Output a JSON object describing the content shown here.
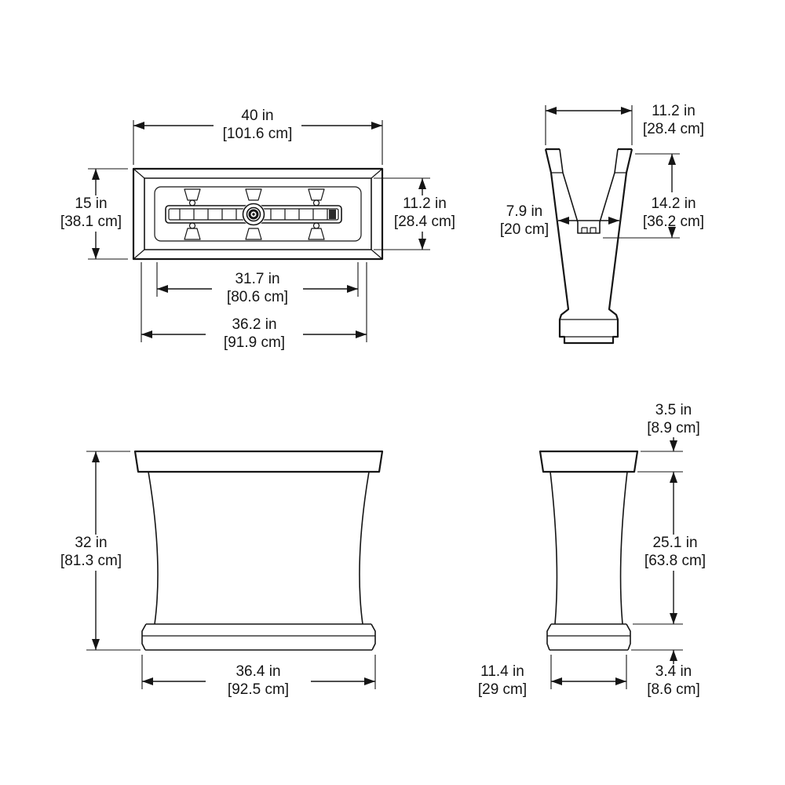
{
  "diagram": {
    "colors": {
      "line": "#151515",
      "background": "#ffffff"
    },
    "top": {
      "width": {
        "in": "40 in",
        "cm": "[101.6 cm]"
      },
      "depth": {
        "in": "15 in",
        "cm": "[38.1 cm]"
      },
      "inner_depth": {
        "in": "11.2 in",
        "cm": "[28.4 cm]"
      },
      "inner_width": {
        "in": "31.7 in",
        "cm": "[80.6 cm]"
      },
      "outer_width": {
        "in": "36.2 in",
        "cm": "[91.9 cm]"
      }
    },
    "section": {
      "top_width": {
        "in": "11.2 in",
        "cm": "[28.4 cm]"
      },
      "depth": {
        "in": "14.2 in",
        "cm": "[36.2 cm]"
      },
      "opening_width": {
        "in": "7.9 in",
        "cm": "[20 cm]"
      }
    },
    "front": {
      "height": {
        "in": "32 in",
        "cm": "[81.3 cm]"
      },
      "base_width": {
        "in": "36.4 in",
        "cm": "[92.5 cm]"
      }
    },
    "side": {
      "rim_height": {
        "in": "3.5 in",
        "cm": "[8.9 cm]"
      },
      "body_height": {
        "in": "25.1 in",
        "cm": "[63.8 cm]"
      },
      "base_height": {
        "in": "3.4 in",
        "cm": "[8.6 cm]"
      },
      "base_width": {
        "in": "11.4 in",
        "cm": "[29 cm]"
      }
    }
  }
}
